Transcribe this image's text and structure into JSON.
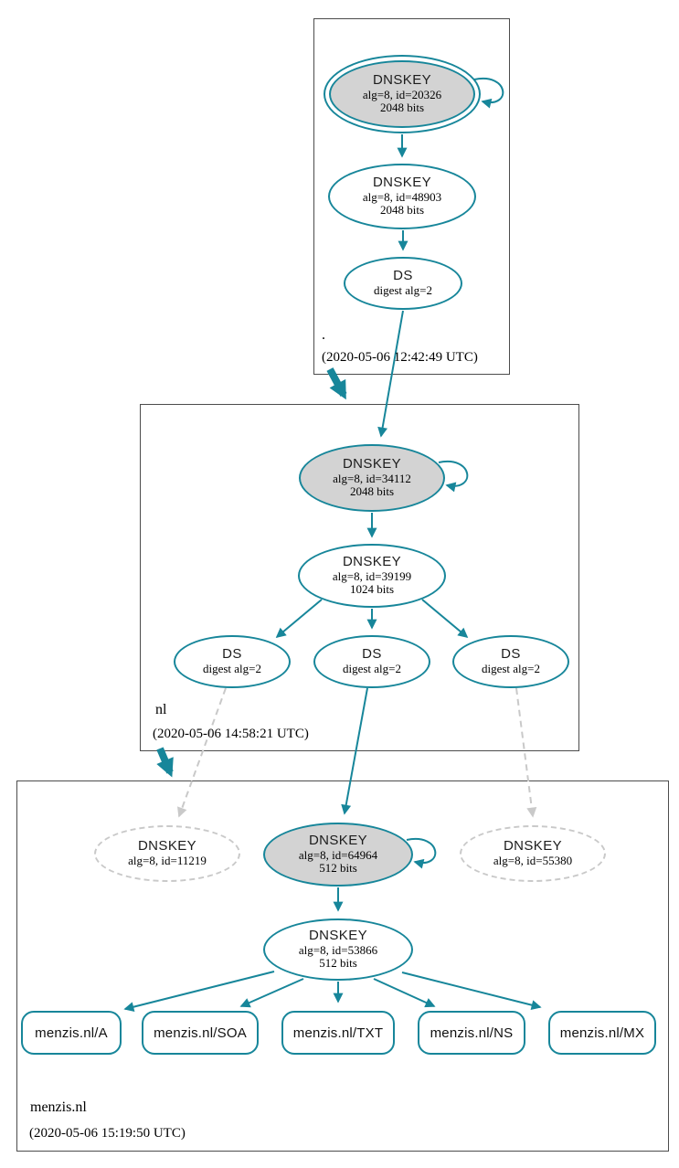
{
  "colors": {
    "edge_secure": "#17869a",
    "node_fill_gray": "#d3d3d3",
    "dashed_gray": "#c9c9c9",
    "box_border": "#4c4c4c"
  },
  "zones": {
    "root": {
      "label": ".",
      "timestamp": "(2020-05-06 12:42:49 UTC)"
    },
    "nl": {
      "label": "nl",
      "timestamp": "(2020-05-06 14:58:21 UTC)"
    },
    "menzis": {
      "label": "menzis.nl",
      "timestamp": "(2020-05-06 15:19:50 UTC)"
    }
  },
  "nodes": {
    "key20326": {
      "title": "DNSKEY",
      "detail": "alg=8, id=20326",
      "bits": "2048 bits"
    },
    "key48903": {
      "title": "DNSKEY",
      "detail": "alg=8, id=48903",
      "bits": "2048 bits"
    },
    "dsRoot": {
      "title": "DS",
      "detail": "digest alg=2"
    },
    "key34112": {
      "title": "DNSKEY",
      "detail": "alg=8, id=34112",
      "bits": "2048 bits"
    },
    "key39199": {
      "title": "DNSKEY",
      "detail": "alg=8, id=39199",
      "bits": "1024 bits"
    },
    "dsNl1": {
      "title": "DS",
      "detail": "digest alg=2"
    },
    "dsNl2": {
      "title": "DS",
      "detail": "digest alg=2"
    },
    "dsNl3": {
      "title": "DS",
      "detail": "digest alg=2"
    },
    "key11219": {
      "title": "DNSKEY",
      "detail": "alg=8, id=11219"
    },
    "key64964": {
      "title": "DNSKEY",
      "detail": "alg=8, id=64964",
      "bits": "512 bits"
    },
    "key55380": {
      "title": "DNSKEY",
      "detail": "alg=8, id=55380"
    },
    "key53866": {
      "title": "DNSKEY",
      "detail": "alg=8, id=53866",
      "bits": "512 bits"
    }
  },
  "rrsets": {
    "a": {
      "label": "menzis.nl/A"
    },
    "soa": {
      "label": "menzis.nl/SOA"
    },
    "txt": {
      "label": "menzis.nl/TXT"
    },
    "ns": {
      "label": "menzis.nl/NS"
    },
    "mx": {
      "label": "menzis.nl/MX"
    }
  }
}
